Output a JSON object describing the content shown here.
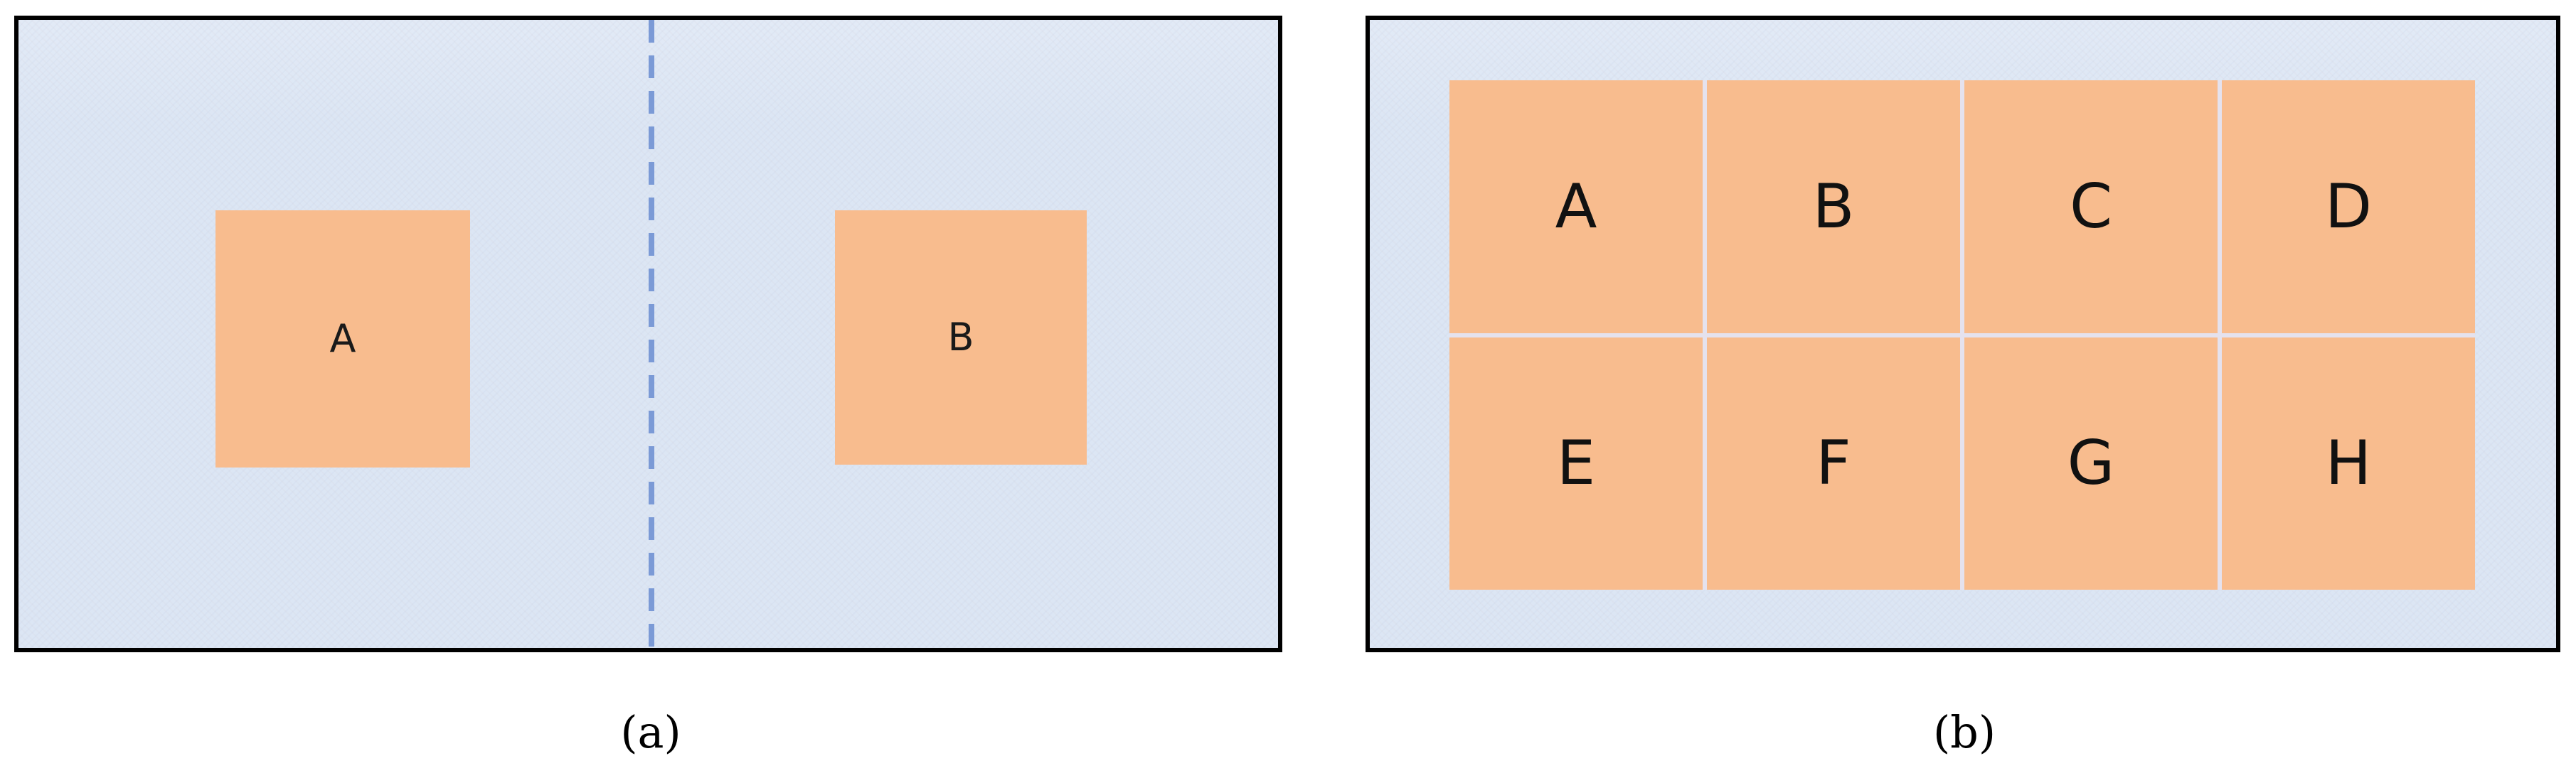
{
  "figure": {
    "type": "two-panel-schematic-diagram",
    "background_color": "#ffffff"
  },
  "colors": {
    "panel_fill": "#dce6f4",
    "panel_border": "#000000",
    "block_fill": "#f8bc8e",
    "partition_line": "#7b9ad6",
    "grid_divider": "#e5e2ee",
    "label_text": "#111111"
  },
  "panel_a": {
    "caption": "(a)",
    "blocks": [
      {
        "label": "A",
        "position": "left-of-partition"
      },
      {
        "label": "B",
        "position": "right-of-partition"
      }
    ],
    "partition": {
      "orientation": "vertical",
      "style": "dashed"
    }
  },
  "panel_b": {
    "caption": "(b)",
    "grid": {
      "rows": 2,
      "columns": 4,
      "cells": [
        {
          "label": "A",
          "row": 1,
          "column": 1
        },
        {
          "label": "B",
          "row": 1,
          "column": 2
        },
        {
          "label": "C",
          "row": 1,
          "column": 3
        },
        {
          "label": "D",
          "row": 1,
          "column": 4
        },
        {
          "label": "E",
          "row": 2,
          "column": 1
        },
        {
          "label": "F",
          "row": 2,
          "column": 2
        },
        {
          "label": "G",
          "row": 2,
          "column": 3
        },
        {
          "label": "H",
          "row": 2,
          "column": 4
        }
      ]
    }
  }
}
